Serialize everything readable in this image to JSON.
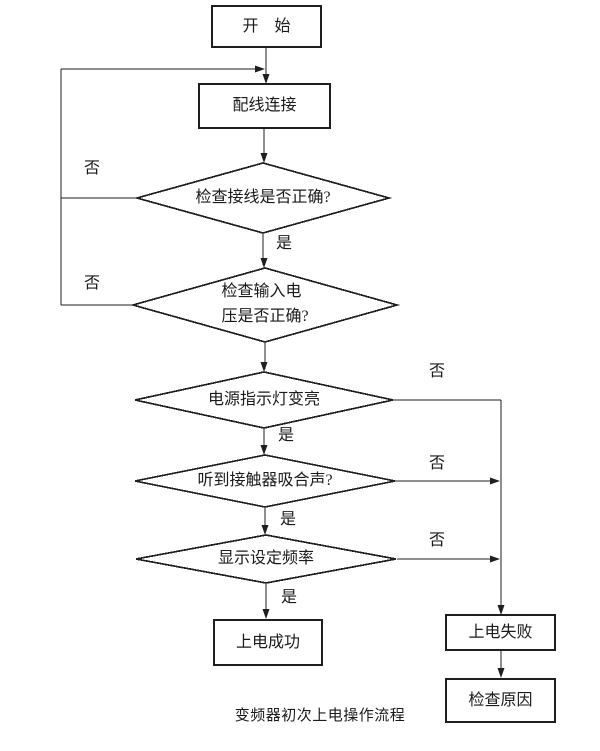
{
  "page": {
    "caption": "变频器初次上电操作流程",
    "background": "#ffffff"
  },
  "colors": {
    "line": "#1f1f1f",
    "text": "#1a1a1a"
  },
  "nodes": {
    "start": {
      "label": "开　始"
    },
    "wiring": {
      "label": "配线连接"
    },
    "check_wiring": {
      "label": "检查接线是否正确?"
    },
    "check_voltage": {
      "label": "检查输入电\n压是否正确?"
    },
    "power_led": {
      "label": "电源指示灯变亮"
    },
    "contactor": {
      "label": "听到接触器吸合声?"
    },
    "frequency": {
      "label": "显示设定频率"
    },
    "success": {
      "label": "上电成功"
    },
    "failure": {
      "label": "上电失败"
    },
    "cause": {
      "label": "检查原因"
    }
  },
  "edge_labels": {
    "wiring_no": "否",
    "voltage_no": "否",
    "wiring_yes": "是",
    "led_yes": "是",
    "contactor_yes": "是",
    "frequency_yes": "是",
    "led_no": "否",
    "contactor_no": "否",
    "frequency_no": "否"
  }
}
